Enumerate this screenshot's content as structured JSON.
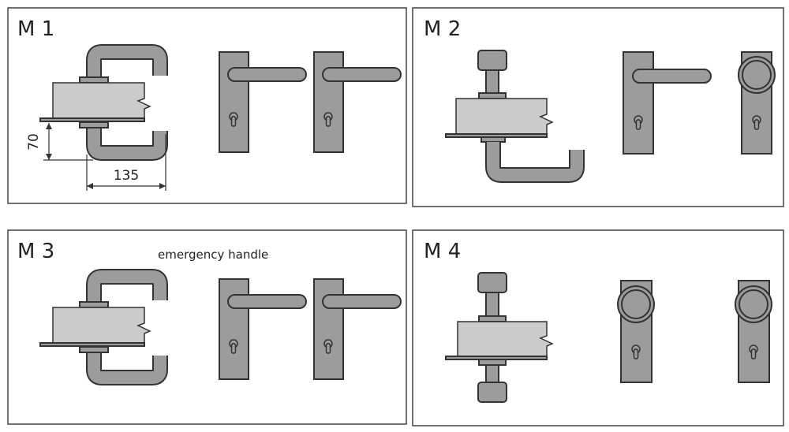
{
  "panels": [
    {
      "label": "M 1"
    },
    {
      "label": "M 2"
    },
    {
      "label": "M 3",
      "caption": "emergency handle"
    },
    {
      "label": "M 4"
    }
  ],
  "dimensions": {
    "height": "70",
    "width": "135"
  },
  "colors": {
    "handle": "#9c9c9c",
    "door": "#cbcbcb",
    "outline": "#333333"
  }
}
